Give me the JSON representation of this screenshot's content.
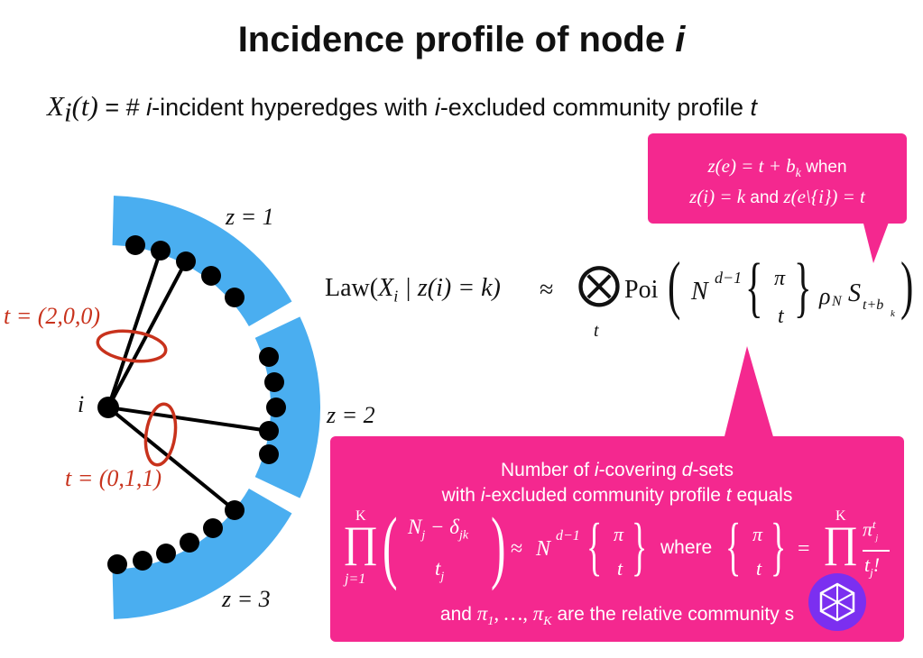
{
  "title": {
    "prefix": "Incidence profile of node ",
    "var": "i"
  },
  "definition": {
    "lhs_var": "X",
    "lhs_sub": "i",
    "lhs_arg": "(t)",
    "eq_hash": " = # ",
    "i1": "i",
    "mid": "-incident hyperedges with ",
    "i2": "i",
    "tail": "-excluded community profile ",
    "t": "t"
  },
  "diagram": {
    "labels": {
      "z1": "z = 1",
      "z2": "z = 2",
      "z3": "z = 3",
      "node": "i",
      "t_top": "t = (2,0,0)",
      "t_bottom": "t = (0,1,1)"
    },
    "colors": {
      "sector": "#4aaef0",
      "ellipse": "#c8321c",
      "dot": "#000000"
    }
  },
  "law": {
    "law": "Law(",
    "X": "X",
    "sub_i": "i",
    "cond": " | z(i) = k)",
    "approx": "≈",
    "otimes": "⨂",
    "under": "t",
    "poi": "Poi",
    "N": "N",
    "exp": "d−1",
    "pi": "π",
    "t": "t",
    "rho": "ρ",
    "rho_sub": "N",
    "S": "S",
    "S_sub": "t+b",
    "S_subsub": "k"
  },
  "callout_top": {
    "line1_math": "z(e) = t + b",
    "line1_sub": "k",
    "line1_text": " when",
    "line2_math1": "z(i) = k",
    "line2_and": " and ",
    "line2_math2": "z(e\\{i}) = t"
  },
  "callout_bottom": {
    "l1_a": "Number of ",
    "l1_i": "i",
    "l1_b": "-covering ",
    "l1_d": "d",
    "l1_c": "-sets",
    "l2_a": "with ",
    "l2_i": "i",
    "l2_b": "-excluded community profile ",
    "l2_t": "t",
    "l2_c": " equals",
    "prod_upper": "K",
    "prod_lower": "j=1",
    "binom_top": "N",
    "binom_top_sub": "j",
    "binom_minus": " − δ",
    "binom_delta_sub": "jk",
    "binom_bottom": "t",
    "binom_bottom_sub": "j",
    "approx": "≈",
    "N": "N",
    "exp": "d−1",
    "pi": "π",
    "t": "t",
    "where": "where",
    "equals": "=",
    "frac_num": "π",
    "frac_num_sup": "t",
    "frac_num_supsub": "j",
    "frac_den": "t",
    "frac_den_sub": "j",
    "frac_den_bang": "!",
    "l4_a": "and ",
    "l4_pi1": "π",
    "l4_pi1_sub": "1",
    "l4_dots": ", …, ",
    "l4_piK": "π",
    "l4_piK_sub": "K",
    "l4_b": " are the relative community s"
  },
  "colors": {
    "callout": "#f4288f",
    "badge": "#7b2ff0"
  }
}
